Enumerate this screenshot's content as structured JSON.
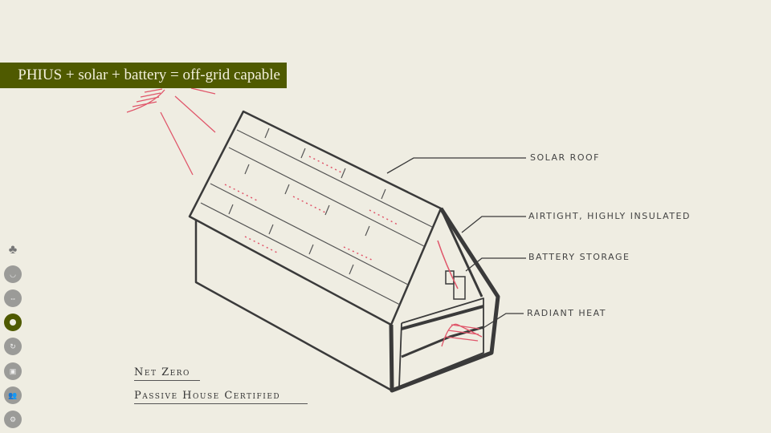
{
  "banner": {
    "title": "PHIUS + solar + battery = off-grid capable"
  },
  "labels": {
    "solar_roof": "Solar roof",
    "airtight": "Airtight, highly insulated",
    "battery": "Battery storage",
    "radiant": "Radiant heat"
  },
  "bottom": {
    "net_zero": "Net Zero",
    "passive": "Passive House Certified"
  },
  "nav": [
    {
      "icon": "tree-icon"
    },
    {
      "icon": "smile-icon"
    },
    {
      "icon": "arrows-icon"
    },
    {
      "icon": "circle-icon",
      "active": true
    },
    {
      "icon": "refresh-icon"
    },
    {
      "icon": "image-icon"
    },
    {
      "icon": "people-icon"
    },
    {
      "icon": "gear-icon"
    }
  ],
  "colors": {
    "accent": "#4f5a00",
    "background": "#efede2",
    "sketch_red": "#e0566a"
  }
}
